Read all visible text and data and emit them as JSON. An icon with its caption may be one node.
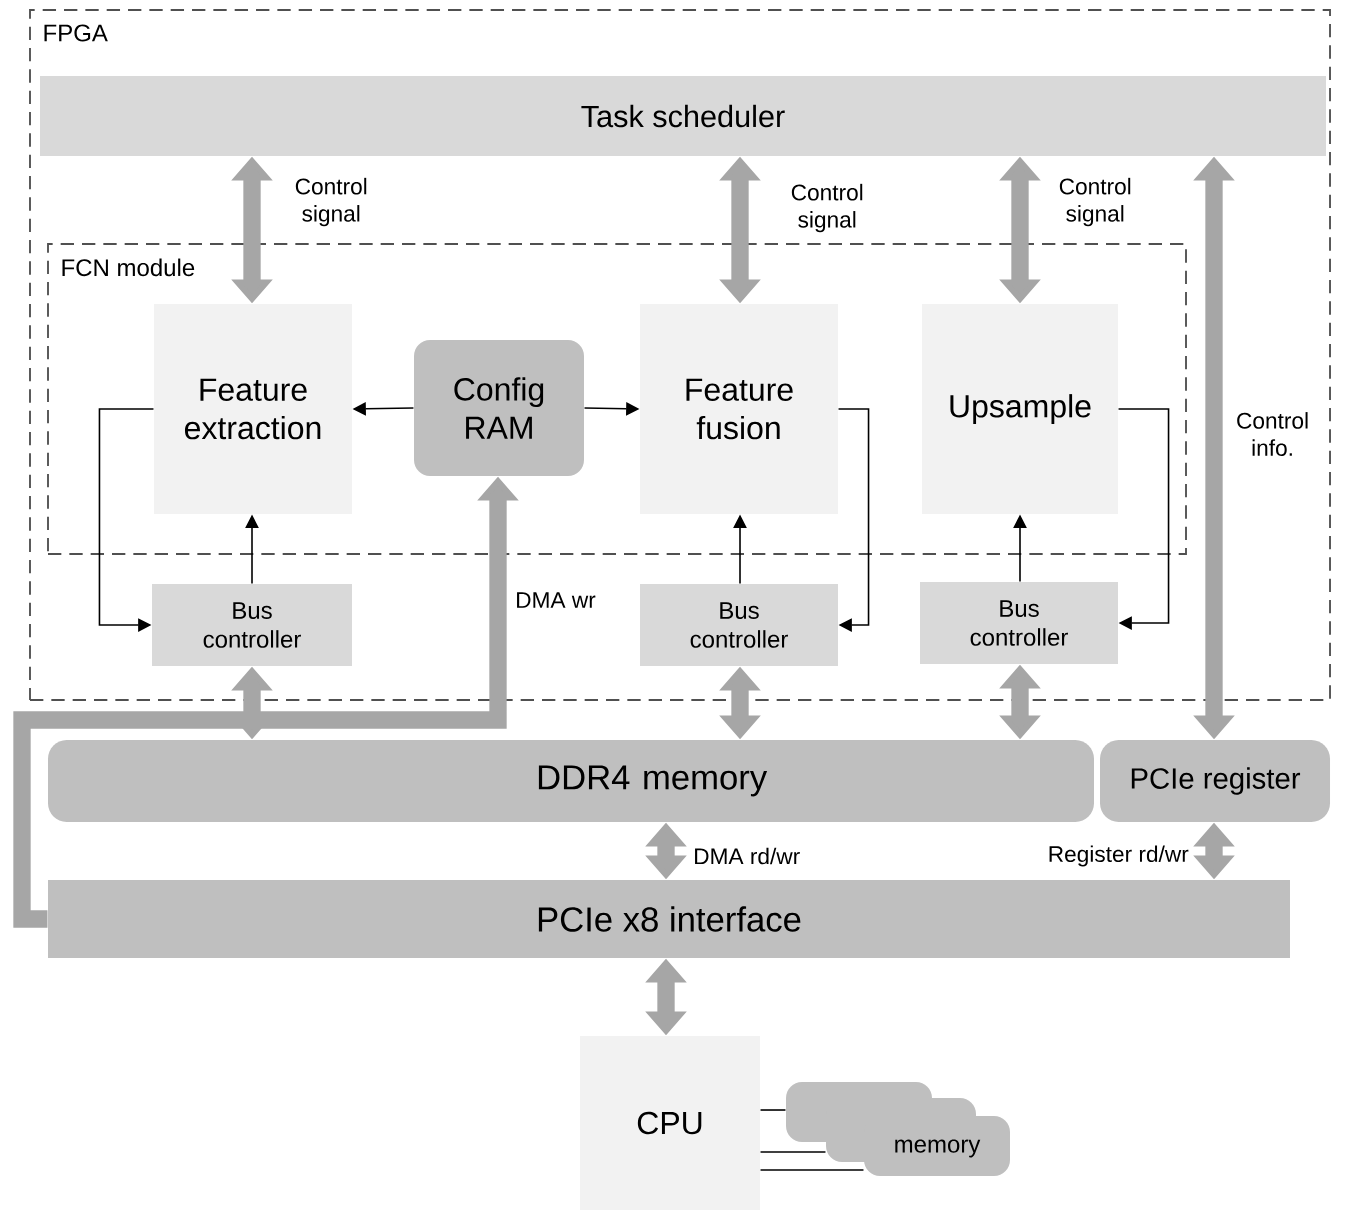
{
  "diagram": {
    "nodes": [
      {
        "text": [
          "FPGA"
        ]
      },
      {
        "text": [
          "Task scheduler"
        ],
        "in": 0
      },
      {
        "text": [
          "FCN module"
        ],
        "in": 0
      },
      {
        "text": [
          "Feature extraction"
        ],
        "in": 2
      },
      {
        "text": [
          "Config RAM"
        ],
        "in": 2
      },
      {
        "text": [
          "Feature fusion"
        ],
        "in": 2
      },
      {
        "text": [
          "Upsample"
        ],
        "in": 2
      },
      {
        "text": [
          "Bus controller"
        ],
        "in": 0
      },
      {
        "text": [
          "Bus controller"
        ],
        "in": 0
      },
      {
        "text": [
          "Bus controller"
        ],
        "in": 0
      },
      {
        "text": [
          "DDR4 memory"
        ]
      },
      {
        "text": [
          "PCIe register"
        ]
      },
      {
        "text": [
          "PCIe x8 interface"
        ]
      },
      {
        "text": [
          "CPU"
        ]
      },
      {
        "text": [],
        "shape": "box"
      },
      {
        "text": [],
        "shape": "box"
      },
      {
        "text": [
          "memory"
        ]
      }
    ],
    "edges": [
      {
        "from": 1,
        "to": 3,
        "arrow": "both",
        "label": "Control signal",
        "style": "thick",
        "color": "#a6a6a6"
      },
      {
        "from": 1,
        "to": 5,
        "arrow": "both",
        "label": "Control signal",
        "style": "thick",
        "color": "#a6a6a6"
      },
      {
        "from": 1,
        "to": 6,
        "arrow": "both",
        "label": "Control signal",
        "style": "thick",
        "color": "#a6a6a6"
      },
      {
        "from": 1,
        "to": 11,
        "arrow": "both",
        "label": "Control info.",
        "style": "thick",
        "color": "#a6a6a6"
      },
      {
        "from": 4,
        "to": 3,
        "arrow": "to",
        "color": "#000000"
      },
      {
        "from": 4,
        "to": 5,
        "arrow": "to",
        "color": "#000000"
      },
      {
        "from": 7,
        "to": 3,
        "arrow": "to",
        "color": "#000000"
      },
      {
        "from": 3,
        "to": 7,
        "arrow": "to",
        "color": "#000000"
      },
      {
        "from": 8,
        "to": 5,
        "arrow": "to",
        "color": "#000000"
      },
      {
        "from": 5,
        "to": 8,
        "arrow": "to",
        "color": "#000000"
      },
      {
        "from": 9,
        "to": 6,
        "arrow": "to",
        "color": "#000000"
      },
      {
        "from": 6,
        "to": 9,
        "arrow": "to",
        "color": "#000000"
      },
      {
        "from": 7,
        "to": 10,
        "arrow": "both",
        "style": "thick",
        "color": "#a6a6a6"
      },
      {
        "from": 8,
        "to": 10,
        "arrow": "both",
        "style": "thick",
        "color": "#a6a6a6"
      },
      {
        "from": 9,
        "to": 10,
        "arrow": "both",
        "style": "thick",
        "color": "#a6a6a6"
      },
      {
        "from": 12,
        "to": 4,
        "arrow": "to",
        "label": "DMA wr",
        "style": "thick",
        "color": "#a6a6a6"
      },
      {
        "from": 10,
        "to": 12,
        "arrow": "both",
        "label": "DMA rd/wr",
        "style": "thick",
        "color": "#a6a6a6"
      },
      {
        "from": 11,
        "to": 12,
        "arrow": "both",
        "label": "Register rd/wr",
        "style": "thick",
        "color": "#a6a6a6"
      },
      {
        "from": 12,
        "to": 13,
        "arrow": "both",
        "style": "thick",
        "color": "#a6a6a6"
      },
      {
        "from": 13,
        "to": 14,
        "arrow": "none",
        "color": "#000000"
      },
      {
        "from": 13,
        "to": 15,
        "arrow": "none",
        "color": "#000000"
      },
      {
        "from": 13,
        "to": 16,
        "arrow": "none",
        "color": "#000000"
      }
    ]
  }
}
